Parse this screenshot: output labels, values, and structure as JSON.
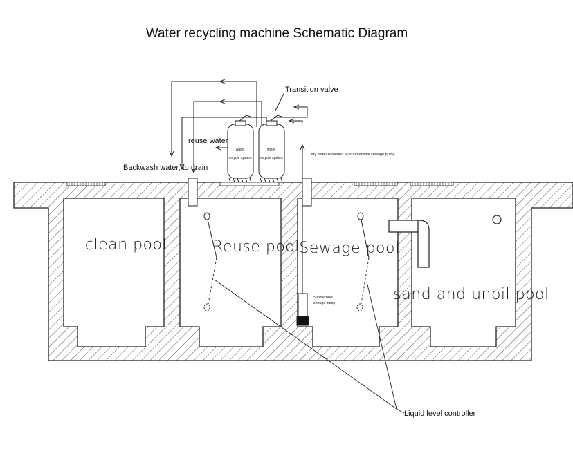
{
  "title": "Water recycling machine Schematic Diagram",
  "pools": [
    {
      "label": "clean pool"
    },
    {
      "label": "Reuse pool"
    },
    {
      "label": "Sewage pool"
    },
    {
      "label": "sand and unoil pool"
    }
  ],
  "labels": {
    "transition_valve": "Transition valve",
    "reuse_water": "reuse water",
    "backwash": "Backwash water, to drain",
    "dirty_water": "Dirty water is feeded by submersible sewage pump",
    "submersible_pump": [
      "Submersible",
      "sewage pump"
    ],
    "liquid_level_controller": "Liquid level controller"
  },
  "tanks": [
    {
      "line1": "water",
      "line2": "recycle system"
    },
    {
      "line1": "water",
      "line2": "recycle system"
    }
  ]
}
